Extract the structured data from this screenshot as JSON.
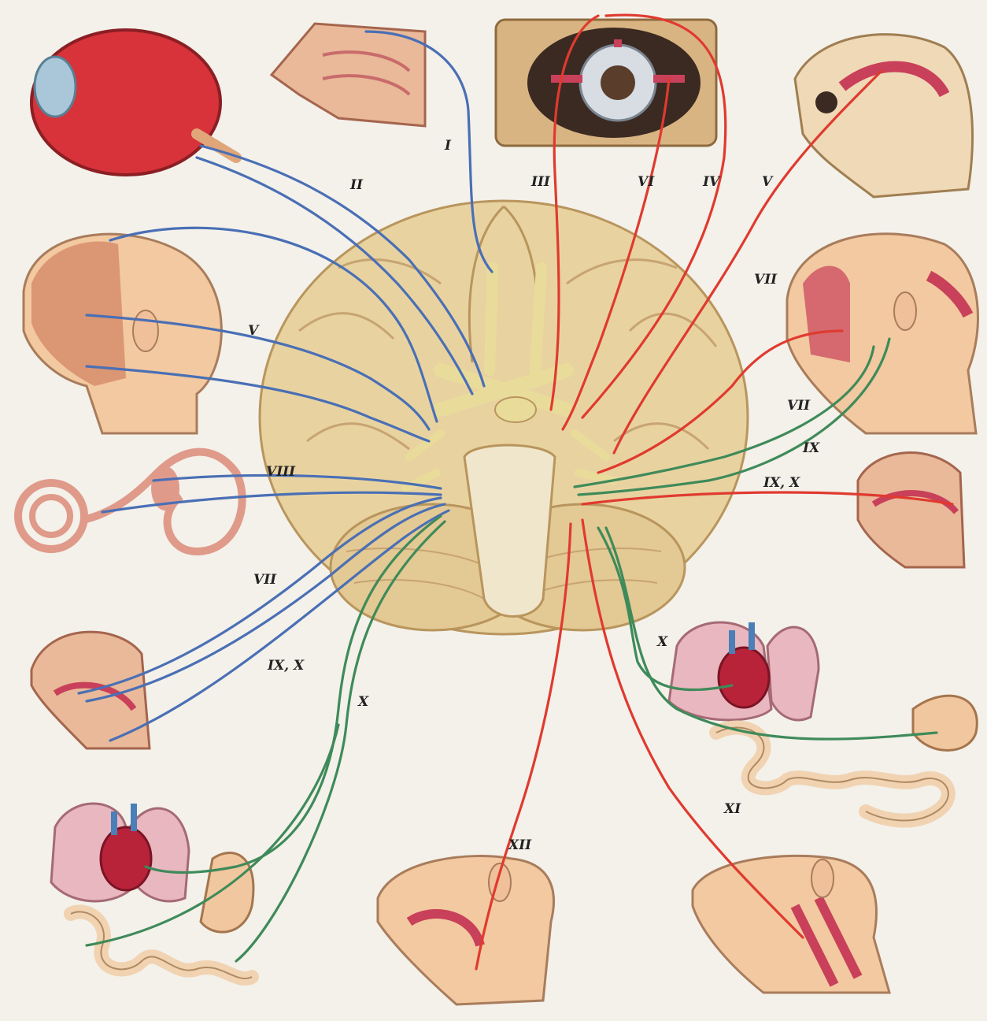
{
  "colors": {
    "background": "#f3f1ea",
    "sensory_nerve": "#4a6fb5",
    "motor_nerve": "#e03a2f",
    "vagus_nerve": "#3f8a5a",
    "brain": "#e8d3a0",
    "brainstem": "#efe6cc",
    "skin": "#f2c9a0",
    "muscle": "#c9405a",
    "heart": "#b8233a",
    "lung": "#e9b7bf",
    "intestine": "#f1d3b2"
  },
  "labels": {
    "n1": "I",
    "n2": "II",
    "n3": "III",
    "n6": "VI",
    "n4": "IV",
    "n5_top": "V",
    "n7_right_top": "VII",
    "n5_left": "V",
    "n7_right_mid": "VII",
    "n9_right": "IX",
    "n9_10_right": "IX, X",
    "n8_left": "VIII",
    "n7_left": "VII",
    "n9_10_left": "IX, X",
    "n10_left": "X",
    "n10_right": "X",
    "n11": "XI",
    "n12": "XII"
  }
}
